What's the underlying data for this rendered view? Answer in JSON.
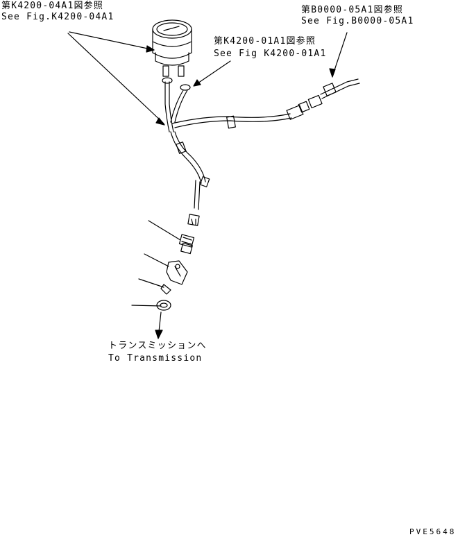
{
  "callouts": {
    "gauge_ref": {
      "jp": "第K4200-04A1図参照",
      "en": "See Fig.K4200-04A1"
    },
    "sender_ref": {
      "jp": "第K4200-01A1図参照",
      "en": "See Fig K4200-01A1"
    },
    "harness_ref": {
      "jp": "第B0000-05A1図参照",
      "en": "See Fig.B0000-05A1"
    },
    "transmission": {
      "jp": "トランスミッションへ",
      "en": "To Transmission"
    }
  },
  "drawing_code": "PVE5648"
}
